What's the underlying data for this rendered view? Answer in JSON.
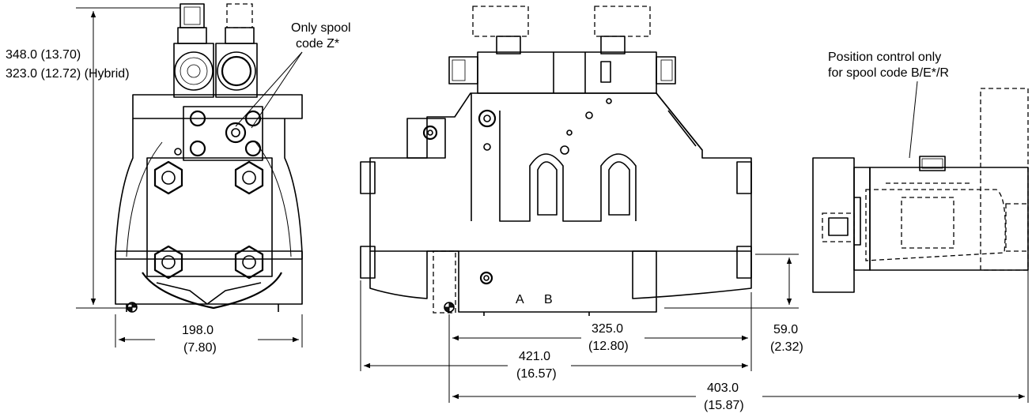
{
  "annotations": {
    "spool_note_line1": "Only spool",
    "spool_note_line2": "code Z*",
    "position_note_line1": "Position control only",
    "position_note_line2": "for spool code B/E*/R",
    "port_a": "A",
    "port_b": "B"
  },
  "dimensions": {
    "height_standard": "348.0 (13.70)",
    "height_hybrid": "323.0 (12.72) (Hybrid)",
    "width_left_mm": "198.0",
    "width_left_in": "(7.80)",
    "port_spacing_mm": "325.0",
    "port_spacing_in": "(12.80)",
    "body_length_mm": "421.0",
    "body_length_in": "(16.57)",
    "base_height_mm": "59.0",
    "base_height_in": "(2.32)",
    "overall_depth_mm": "403.0",
    "overall_depth_in": "(15.87)"
  }
}
